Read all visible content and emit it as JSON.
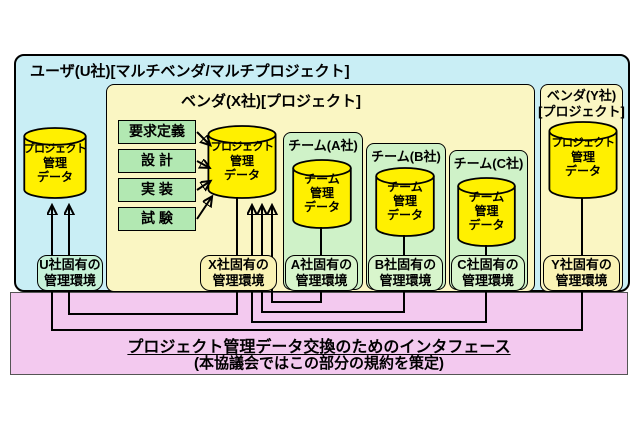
{
  "user_box": {
    "title": "ユーザ(U社)[マルチベンダ/マルチプロジェクト]"
  },
  "vendor_x_box": {
    "title": "ベンダ(X社)[プロジェクト]"
  },
  "vendor_y_box": {
    "title_line1": "ベンダ(Y社)",
    "title_line2": "[プロジェクト]"
  },
  "process_steps": [
    {
      "label": "要求定義"
    },
    {
      "label": "設 計"
    },
    {
      "label": "実 装"
    },
    {
      "label": "試 験"
    }
  ],
  "teams": [
    {
      "title": "チーム(A社)"
    },
    {
      "title": "チーム(B社)"
    },
    {
      "title": "チーム(C社)"
    }
  ],
  "cylinders": {
    "user": {
      "line1": "プロジェクト",
      "line2": "管理",
      "line3": "データ"
    },
    "vendor_x": {
      "line1": "プロジェクト",
      "line2": "管理",
      "line3": "データ"
    },
    "team_a": {
      "line1": "チーム",
      "line2": "管理",
      "line3": "データ"
    },
    "team_b": {
      "line1": "チーム",
      "line2": "管理",
      "line3": "データ"
    },
    "team_c": {
      "line1": "チーム",
      "line2": "管理",
      "line3": "データ"
    },
    "vendor_y": {
      "line1": "プロジェクト",
      "line2": "管理",
      "line3": "データ"
    }
  },
  "env_labels": [
    {
      "line1": "U社固有の",
      "line2": "管理環境"
    },
    {
      "line1": "X社固有の",
      "line2": "管理環境"
    },
    {
      "line1": "A社固有の",
      "line2": "管理環境"
    },
    {
      "line1": "B社固有の",
      "line2": "管理環境"
    },
    {
      "line1": "C社固有の",
      "line2": "管理環境"
    },
    {
      "line1": "Y社固有の",
      "line2": "管理環境"
    }
  ],
  "interface_box": {
    "title": "プロジェクト管理データ交換のためのインタフェース",
    "subtitle": "(本協議会ではこの部分の規約を策定)"
  },
  "colors": {
    "user_box_bg": "#C9EEF5",
    "vendor_box_bg": "#FAF6C3",
    "team_box_bg": "#CFF2C8",
    "process_box_bg": "#B2E8B2",
    "cylinder_bg": "#FFF000",
    "interface_box_bg": "#F3C9EF",
    "env_label_user_bg": "#C6F2D8",
    "env_label_vendor_bg": "#FAF3B5",
    "env_label_team_bg": "#D8F5CC"
  }
}
